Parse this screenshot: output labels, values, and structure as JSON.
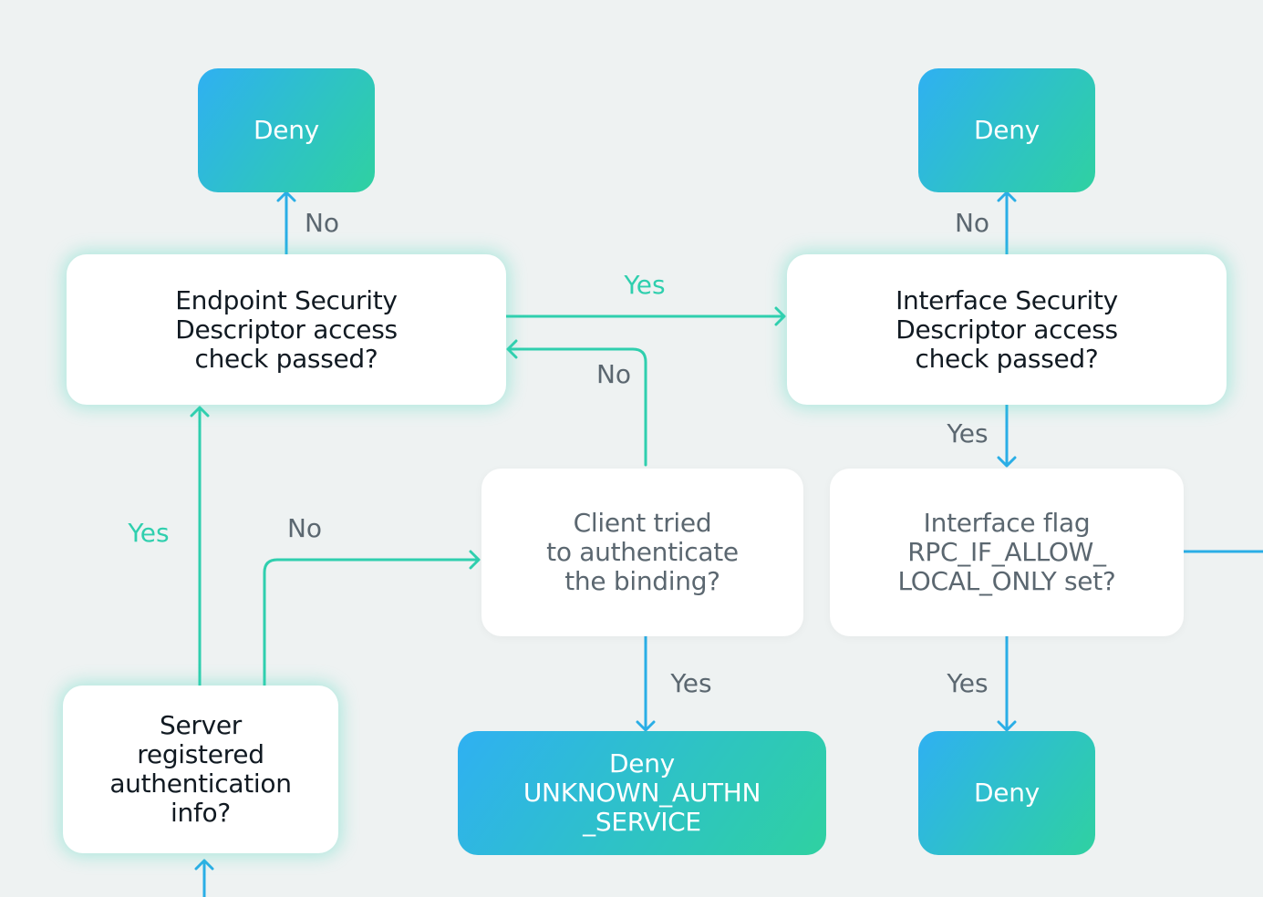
{
  "nodes": {
    "deny_top_left": "Deny",
    "deny_top_right": "Deny",
    "endpoint_check": "Endpoint Security\nDescriptor access\ncheck passed?",
    "interface_check": "Interface Security\nDescriptor access\ncheck passed?",
    "client_tried": "Client tried\nto authenticate\nthe binding?",
    "interface_flag": "Interface flag\nRPC_IF_ALLOW_\nLOCAL_ONLY set?",
    "server_registered": "Server\nregistered\nauthentication\ninfo?",
    "deny_unknown": "Deny\nUNKNOWN_AUTHN\n_SERVICE",
    "deny_bottom_right": "Deny"
  },
  "labels": {
    "no_endpoint_to_deny": "No",
    "no_interface_to_deny": "No",
    "yes_endpoint_to_interface": "Yes",
    "no_client_to_endpoint": "No",
    "yes_interface_to_flag": "Yes",
    "yes_server_to_endpoint": "Yes",
    "no_server_to_client": "No",
    "yes_client_to_deny": "Yes",
    "yes_flag_to_deny": "Yes"
  },
  "colors": {
    "connector_teal": "#2fcfae",
    "connector_blue": "#2aaee6",
    "background": "#eef2f2"
  }
}
